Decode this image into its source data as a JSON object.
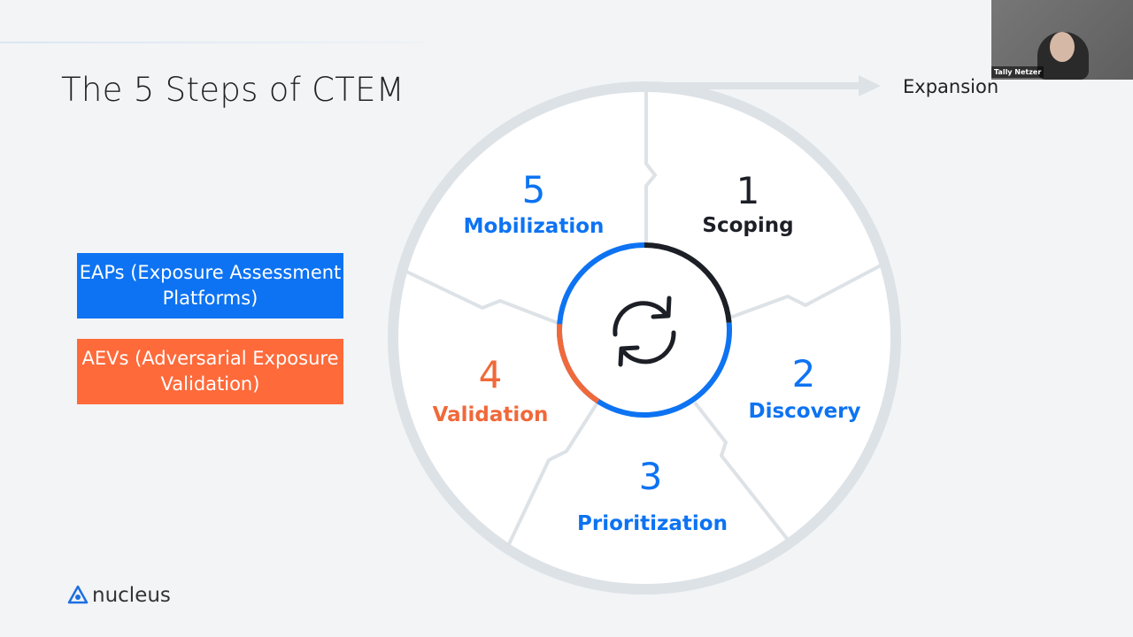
{
  "slide": {
    "title": "The 5 Steps of CTEM",
    "boxes": {
      "eap": "EAPs (Exposure Assessment Platforms)",
      "aev": "AEVs (Adversarial Exposure Validation)"
    },
    "expansion": "Expansion",
    "logo": "nucleus",
    "steps": [
      {
        "num": "1",
        "label": "Scoping",
        "color": "#1c1f26"
      },
      {
        "num": "2",
        "label": "Discovery",
        "color": "#0d73f2"
      },
      {
        "num": "3",
        "label": "Prioritization",
        "color": "#0d73f2"
      },
      {
        "num": "4",
        "label": "Validation",
        "color": "#f0693a"
      },
      {
        "num": "5",
        "label": "Mobilization",
        "color": "#0d73f2"
      }
    ]
  },
  "video": {
    "participant": "Tally Netzer"
  }
}
